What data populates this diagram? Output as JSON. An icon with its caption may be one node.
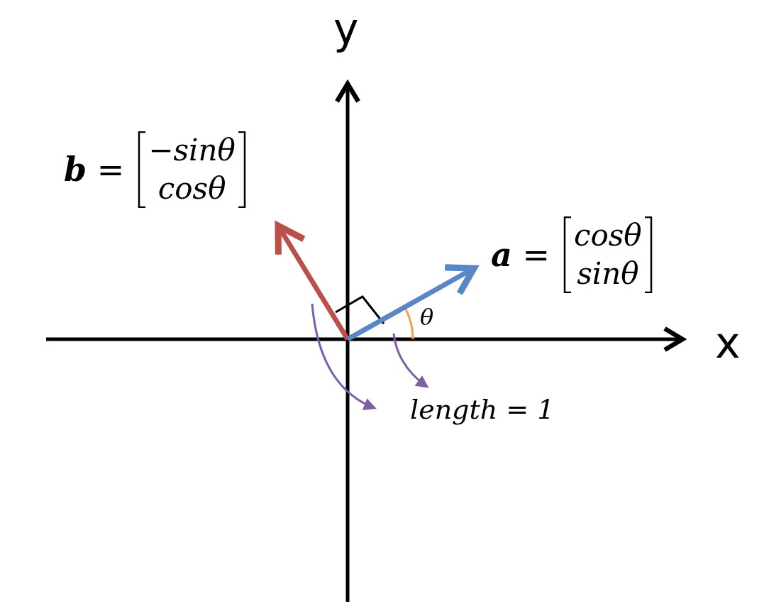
{
  "diagram": {
    "nodes": [
      {
        "text": [
          "**b** =",
          "−sinθ",
          "cosθ"
        ]
      },
      {
        "text": [],
        "shape": "arrow"
      },
      {
        "text": [
          "**a** =",
          "cosθ",
          "sinθ"
        ]
      },
      {
        "text": [],
        "shape": "arrow"
      },
      {
        "text": [
          "length = 1"
        ]
      }
    ],
    "edges": [
      {
        "from": 1,
        "to": 4,
        "arrow": "to"
      },
      {
        "from": 3,
        "to": 4,
        "arrow": "to"
      }
    ],
    "labels": [
      "y",
      "θ",
      "x"
    ]
  }
}
